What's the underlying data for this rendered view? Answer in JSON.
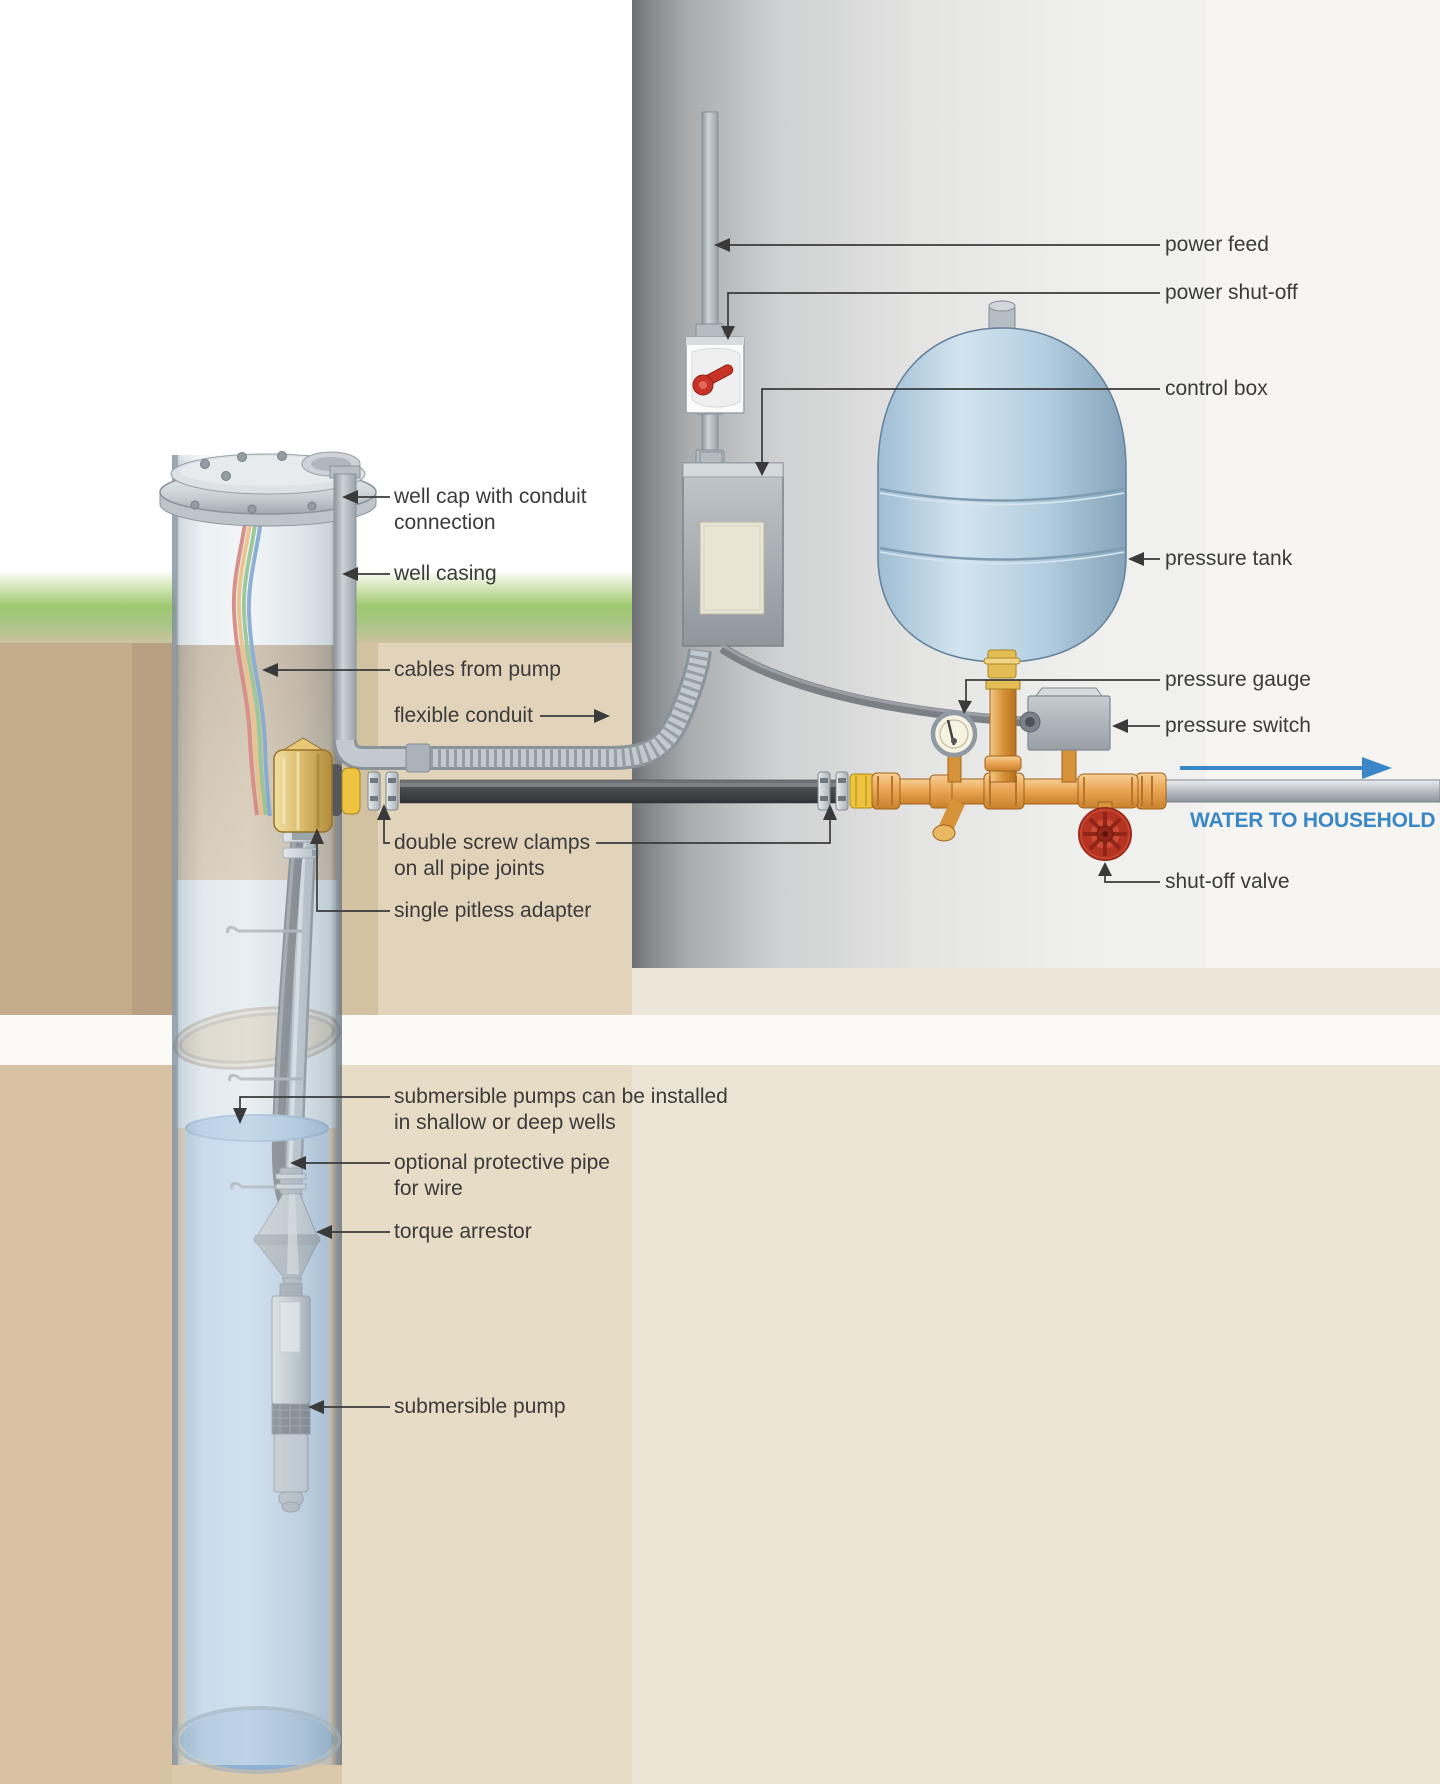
{
  "diagram": {
    "title": "submersible pump well system diagram",
    "labels": {
      "well_cap": "well cap with conduit\nconnection",
      "well_casing": "well casing",
      "cables_from_pump": "cables from pump",
      "flexible_conduit": "flexible conduit",
      "double_screw_clamps": "double screw clamps\non all pipe joints",
      "single_pitless_adapter": "single pitless adapter",
      "submersible_pumps_note": "submersible pumps can be installed\nin shallow or deep wells",
      "optional_protective_pipe": "optional protective pipe\nfor wire",
      "torque_arrestor": "torque arrestor",
      "submersible_pump": "submersible pump",
      "power_feed": "power feed",
      "power_shut_off": "power shut-off",
      "control_box": "control box",
      "pressure_tank": "pressure tank",
      "pressure_gauge": "pressure gauge",
      "pressure_switch": "pressure switch",
      "shut_off_valve": "shut-off valve",
      "water_to_household": "WATER TO HOUSEHOLD"
    },
    "colors": {
      "accent_blue": "#3a87c8",
      "label_text": "#3b3b3b",
      "copper_pipe": "#eba757",
      "tank_blue": "#b8d0e2",
      "grass_green": "#93c264",
      "soil_tan": "#c8b08f",
      "brass_adapter": "#d9b96a",
      "valve_red": "#cc4a33",
      "water_blue": "#b2cbe5",
      "wall_gray": "#b9bbbd"
    }
  }
}
